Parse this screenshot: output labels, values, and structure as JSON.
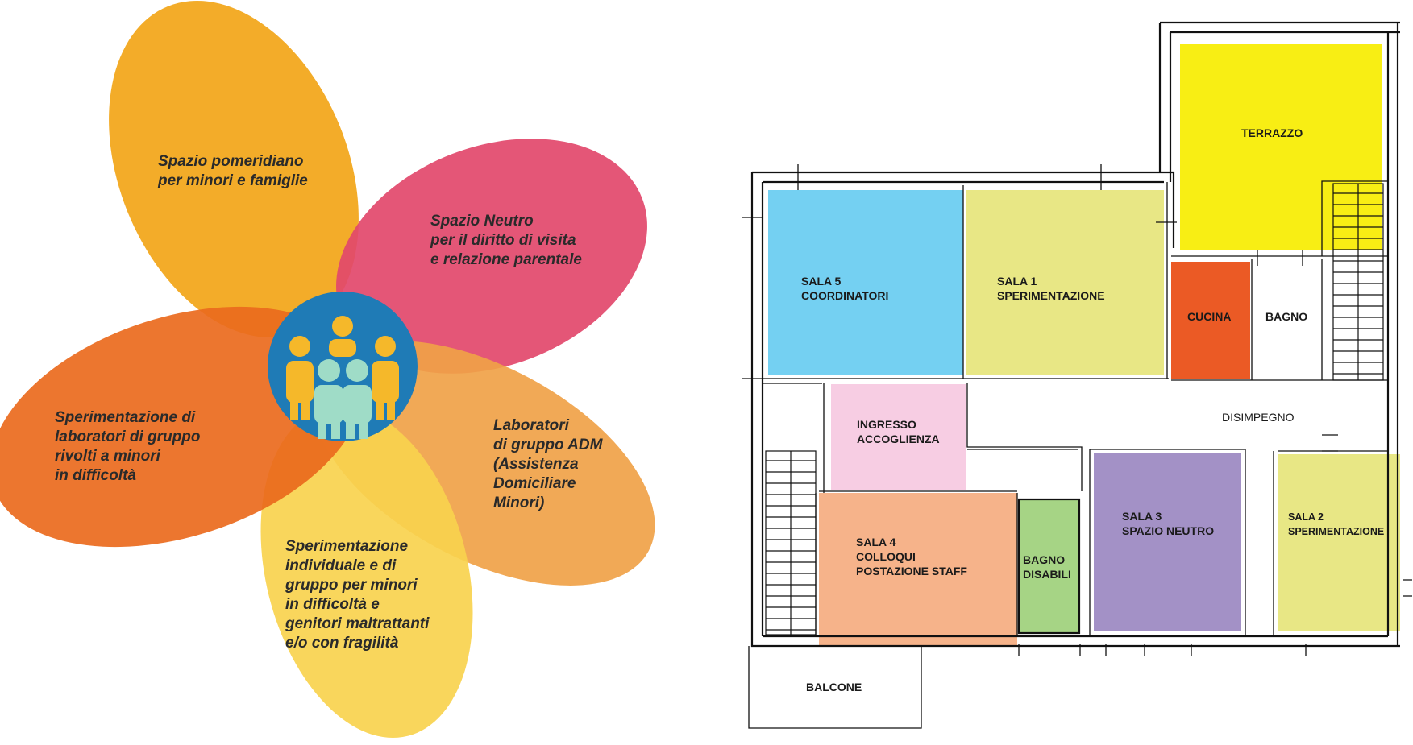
{
  "flower": {
    "petals": [
      {
        "id": "pomeridiano",
        "color": "#f2a81d",
        "lines": [
          "Spazio pomeridiano",
          "per minori e famiglie"
        ]
      },
      {
        "id": "neutro",
        "color": "#e2486b",
        "lines": [
          "Spazio Neutro",
          "per il diritto di visita",
          "e relazione parentale"
        ]
      },
      {
        "id": "adm",
        "color": "#f0a248",
        "lines": [
          "Laboratori",
          "di gruppo ADM",
          "(Assistenza",
          "Domiciliare",
          "Minori)"
        ]
      },
      {
        "id": "individuale",
        "color": "#f8d34e",
        "lines": [
          "Sperimentazione",
          "individuale e di",
          "gruppo per minori",
          "in difficoltà e",
          "genitori maltrattanti",
          "e/o con fragilità"
        ]
      },
      {
        "id": "laboratori",
        "color": "#ea6a1d",
        "lines": [
          "Sperimentazione di",
          "laboratori di gruppo",
          "rivolti a minori",
          "in difficoltà"
        ]
      }
    ],
    "center": {
      "icon": "people-group-icon",
      "circle_color": "#1f7bb6",
      "figure_color": "#f5b82a",
      "front_color": "#9fdcc7"
    }
  },
  "floorplan": {
    "rooms": [
      {
        "id": "sala5",
        "color": "#74d0f2",
        "lines": [
          "SALA 5",
          "COORDINATORI"
        ]
      },
      {
        "id": "sala1",
        "color": "#e8e785",
        "lines": [
          "SALA 1",
          "SPERIMENTAZIONE"
        ]
      },
      {
        "id": "terrazzo",
        "color": "#f8ee14",
        "lines": [
          "TERRAZZO"
        ]
      },
      {
        "id": "cucina",
        "color": "#eb5a25",
        "lines": [
          "CUCINA"
        ]
      },
      {
        "id": "bagno",
        "color": "#ffffff",
        "lines": [
          "BAGNO"
        ]
      },
      {
        "id": "disimpegno",
        "color": "#ffffff",
        "lines": [
          "DISIMPEGNO"
        ]
      },
      {
        "id": "ingresso",
        "color": "#f7cde3",
        "lines": [
          "INGRESSO",
          "ACCOGLIENZA"
        ]
      },
      {
        "id": "sala4",
        "color": "#f6b38a",
        "lines": [
          "SALA 4",
          "COLLOQUI",
          "POSTAZIONE STAFF"
        ]
      },
      {
        "id": "bagno-disabili",
        "color": "#a6d485",
        "lines": [
          "BAGNO",
          "DISABILI"
        ]
      },
      {
        "id": "sala3",
        "color": "#a391c6",
        "lines": [
          "SALA 3",
          "SPAZIO NEUTRO"
        ]
      },
      {
        "id": "sala2",
        "color": "#e8e785",
        "lines": [
          "SALA 2",
          "SPERIMENTAZIONE"
        ]
      },
      {
        "id": "balcone",
        "color": "#ffffff",
        "lines": [
          "BALCONE"
        ]
      }
    ]
  }
}
